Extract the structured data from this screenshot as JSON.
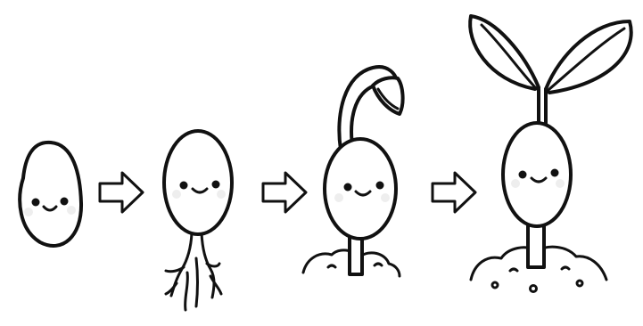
{
  "diagram": {
    "type": "life-cycle-sequence",
    "stages": [
      {
        "id": "seed",
        "features": [
          "face"
        ]
      },
      {
        "id": "germinating-seed",
        "features": [
          "face",
          "roots"
        ]
      },
      {
        "id": "sprout",
        "features": [
          "face",
          "hooked-shoot",
          "soil"
        ]
      },
      {
        "id": "seedling",
        "features": [
          "face",
          "two-leaves",
          "stem",
          "soil"
        ]
      }
    ],
    "connectors": [
      {
        "from": "seed",
        "to": "germinating-seed",
        "icon": "right-arrow-icon"
      },
      {
        "from": "germinating-seed",
        "to": "sprout",
        "icon": "right-arrow-icon"
      },
      {
        "from": "sprout",
        "to": "seedling",
        "icon": "right-arrow-icon"
      }
    ],
    "colors": {
      "ink": "#111111",
      "background": "#ffffff",
      "blush": "#eeeeee"
    }
  }
}
